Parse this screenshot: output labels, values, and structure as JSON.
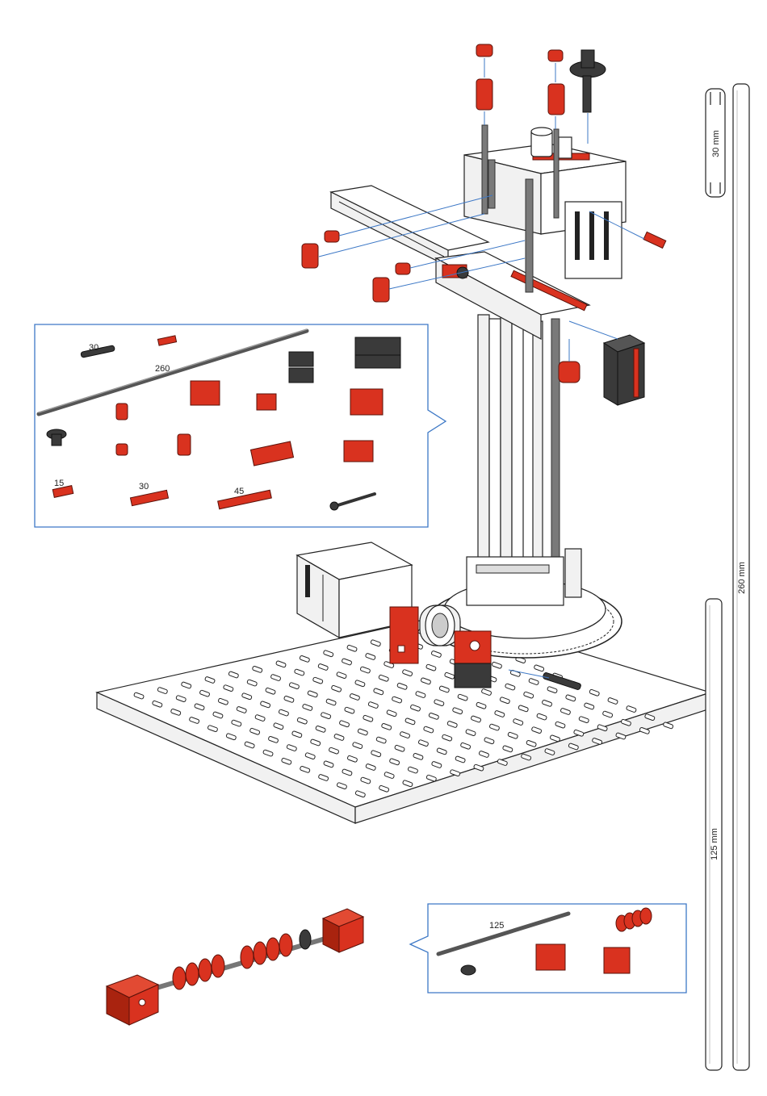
{
  "parts_box_1": {
    "labels": {
      "strut_short": "30",
      "axle_long": "260",
      "rail_15": "15",
      "rail_30": "30",
      "rail_45": "45"
    }
  },
  "parts_box_2": {
    "labels": {
      "axle_125": "125"
    }
  },
  "rulers": {
    "top_right": "30 mm",
    "long_right": "260 mm",
    "mid_right": "125 mm"
  },
  "colors": {
    "accent_red": "#d9321f",
    "dark_grey": "#3a3a3a",
    "guide_blue": "#3d78c6"
  }
}
